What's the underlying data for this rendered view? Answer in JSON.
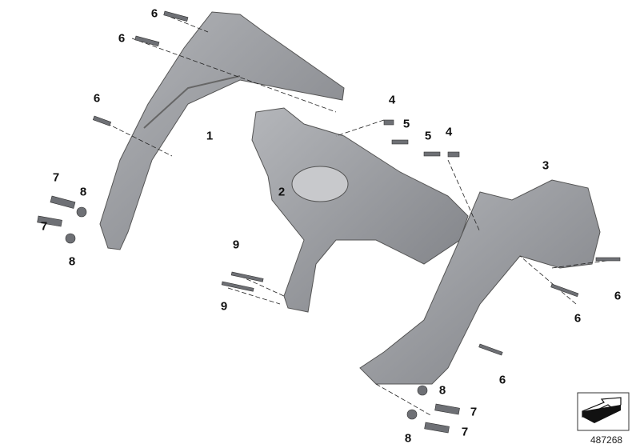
{
  "diagram": {
    "reference_number": "487268",
    "part_color": "#8e9094",
    "callouts": [
      {
        "id": "c1",
        "text": "6"
      },
      {
        "id": "c2",
        "text": "6"
      },
      {
        "id": "c3",
        "text": "6"
      },
      {
        "id": "c4",
        "text": "1"
      },
      {
        "id": "c5",
        "text": "7"
      },
      {
        "id": "c6",
        "text": "8"
      },
      {
        "id": "c7",
        "text": "7"
      },
      {
        "id": "c8",
        "text": "8"
      },
      {
        "id": "c9",
        "text": "2"
      },
      {
        "id": "c10",
        "text": "4"
      },
      {
        "id": "c11",
        "text": "5"
      },
      {
        "id": "c12",
        "text": "5"
      },
      {
        "id": "c13",
        "text": "4"
      },
      {
        "id": "c14",
        "text": "3"
      },
      {
        "id": "c15",
        "text": "9"
      },
      {
        "id": "c16",
        "text": "9"
      },
      {
        "id": "c17",
        "text": "6"
      },
      {
        "id": "c18",
        "text": "6"
      },
      {
        "id": "c19",
        "text": "6"
      },
      {
        "id": "c20",
        "text": "8"
      },
      {
        "id": "c21",
        "text": "7"
      },
      {
        "id": "c22",
        "text": "7"
      },
      {
        "id": "c23",
        "text": "8"
      }
    ]
  }
}
